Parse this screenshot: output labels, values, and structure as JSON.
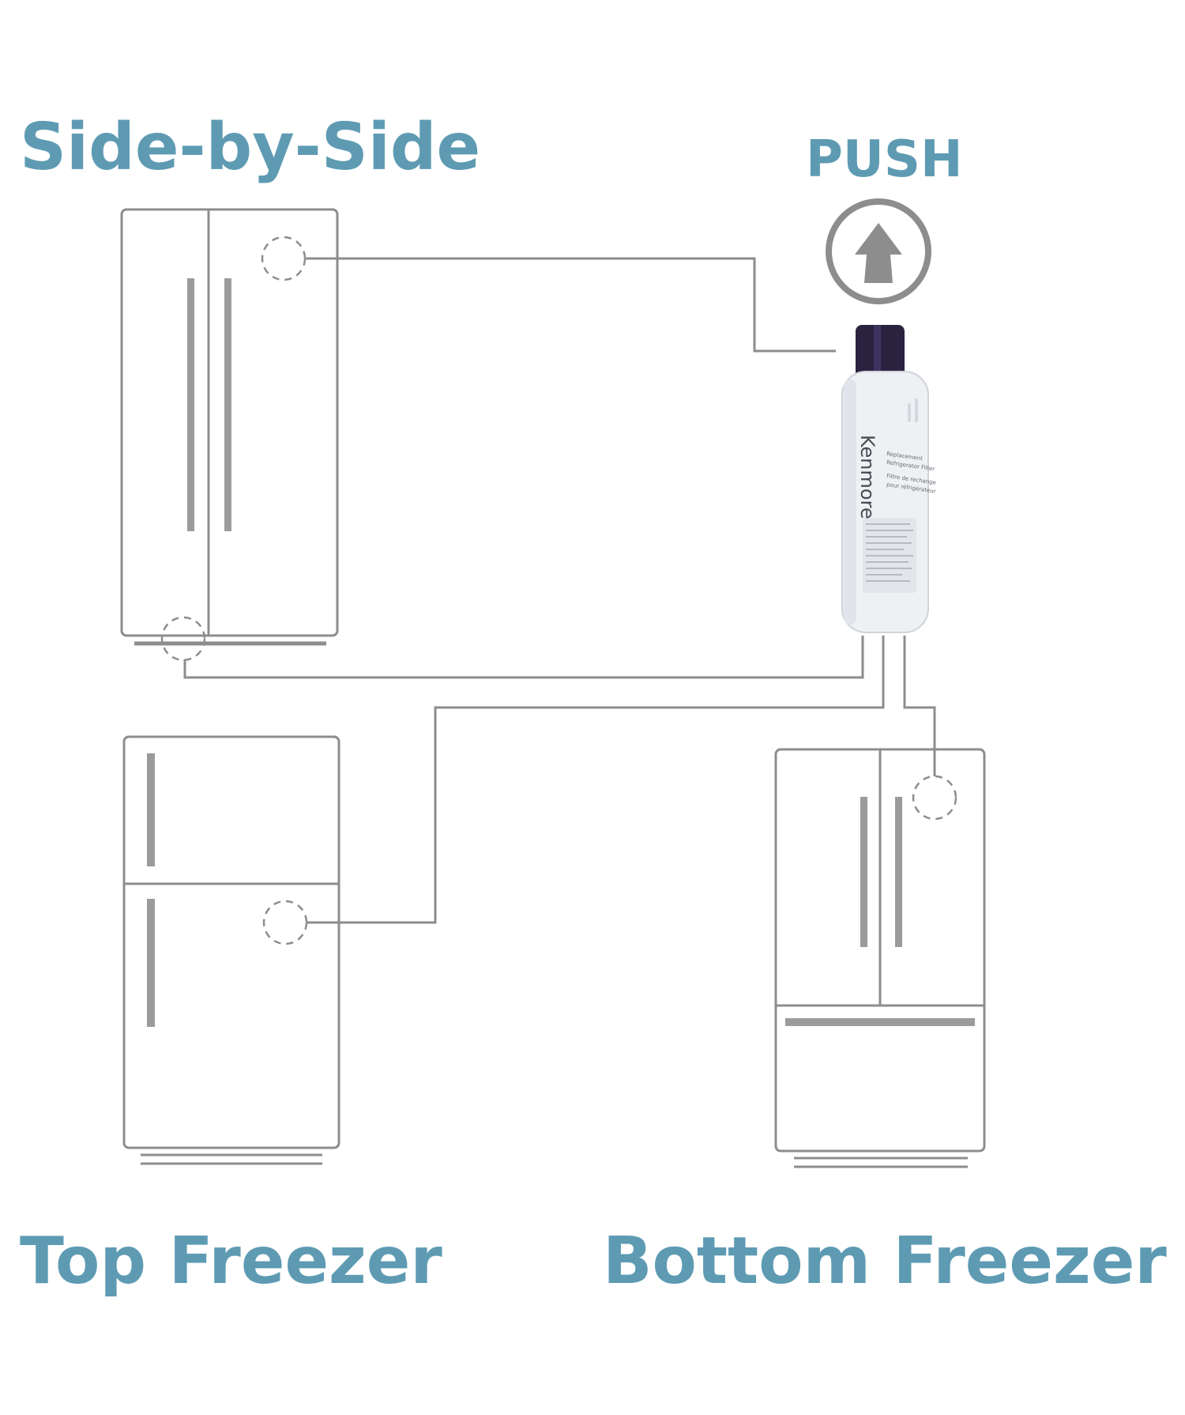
{
  "labels": {
    "side_by_side": "Side-by-Side",
    "push": "PUSH",
    "top_freezer": "Top Freezer",
    "bottom_freezer": "Bottom Freezer"
  },
  "filter": {
    "brand": "Kenmore",
    "text_lines": [
      "Replacement",
      "Refrigerator Filter",
      "Filtre de rechange",
      "pour réfrigérateur"
    ]
  },
  "icons": {
    "push_arrow": "push-up-arrow-icon"
  },
  "colors": {
    "label": "#5e9bb3",
    "outline": "#8d8d8d",
    "handle": "#9b9b9b",
    "cap": "#2b2240",
    "filter_body": "#eef0f3"
  }
}
